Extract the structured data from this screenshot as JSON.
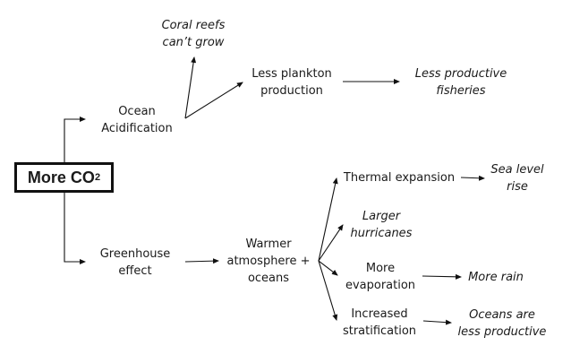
{
  "diagram": {
    "root": {
      "label": "More CO",
      "subscript": "2"
    },
    "nodes": {
      "ocean_acidification": [
        "Ocean",
        "Acidification"
      ],
      "coral_reefs": [
        "Coral reefs",
        "can’t grow"
      ],
      "less_plankton": [
        "Less plankton",
        "production"
      ],
      "less_fisheries": [
        "Less productive",
        "fisheries"
      ],
      "greenhouse": [
        "Greenhouse",
        "effect"
      ],
      "warmer": [
        "Warmer",
        "atmosphere +",
        "oceans"
      ],
      "thermal": [
        "Thermal expansion"
      ],
      "sea_level": [
        "Sea level",
        "rise"
      ],
      "hurricanes": [
        "Larger",
        "hurricanes"
      ],
      "evaporation": [
        "More",
        "evaporation"
      ],
      "more_rain": [
        "More rain"
      ],
      "stratification": [
        "Increased",
        "stratification"
      ],
      "oceans_less": [
        "Oceans are",
        "less productive"
      ]
    },
    "edges": [
      [
        "root",
        "ocean_acidification"
      ],
      [
        "root",
        "greenhouse"
      ],
      [
        "ocean_acidification",
        "coral_reefs"
      ],
      [
        "ocean_acidification",
        "less_plankton"
      ],
      [
        "less_plankton",
        "less_fisheries"
      ],
      [
        "greenhouse",
        "warmer"
      ],
      [
        "warmer",
        "thermal"
      ],
      [
        "warmer",
        "hurricanes"
      ],
      [
        "warmer",
        "evaporation"
      ],
      [
        "warmer",
        "stratification"
      ],
      [
        "thermal",
        "sea_level"
      ],
      [
        "evaporation",
        "more_rain"
      ],
      [
        "stratification",
        "oceans_less"
      ]
    ]
  }
}
